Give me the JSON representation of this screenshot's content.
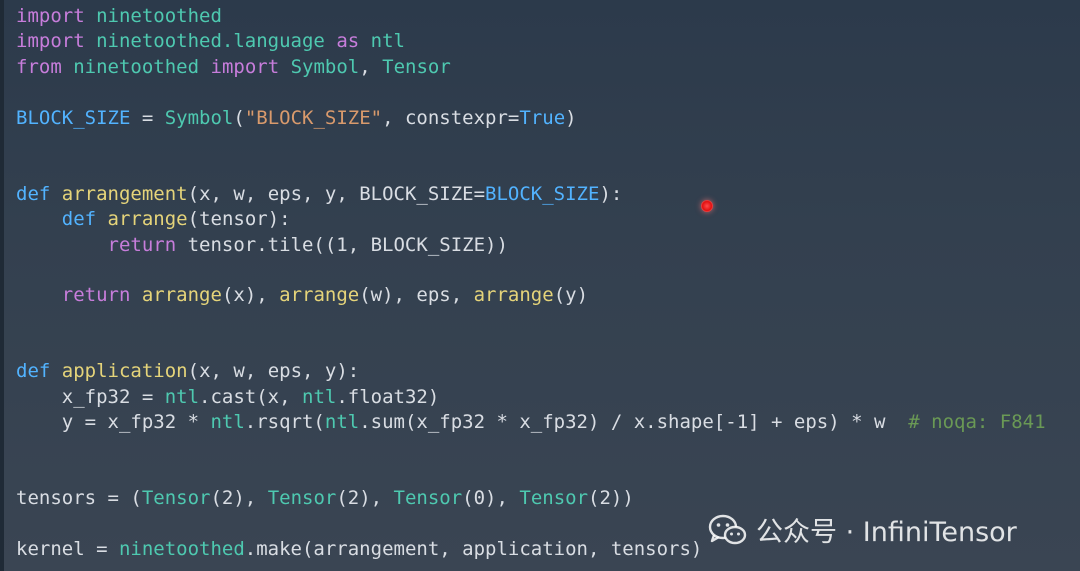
{
  "code_lines": [
    [
      {
        "t": "import",
        "c": "kw"
      },
      {
        "t": " ",
        "c": "plain"
      },
      {
        "t": "ninetoothed",
        "c": "mod"
      }
    ],
    [
      {
        "t": "import",
        "c": "kw"
      },
      {
        "t": " ",
        "c": "plain"
      },
      {
        "t": "ninetoothed.language",
        "c": "mod"
      },
      {
        "t": " ",
        "c": "plain"
      },
      {
        "t": "as",
        "c": "kw"
      },
      {
        "t": " ",
        "c": "plain"
      },
      {
        "t": "ntl",
        "c": "mod"
      }
    ],
    [
      {
        "t": "from",
        "c": "kw"
      },
      {
        "t": " ",
        "c": "plain"
      },
      {
        "t": "ninetoothed",
        "c": "mod"
      },
      {
        "t": " ",
        "c": "plain"
      },
      {
        "t": "import",
        "c": "kw"
      },
      {
        "t": " ",
        "c": "plain"
      },
      {
        "t": "Symbol",
        "c": "cls"
      },
      {
        "t": ", ",
        "c": "plain"
      },
      {
        "t": "Tensor",
        "c": "cls"
      }
    ],
    [],
    [
      {
        "t": "BLOCK_SIZE",
        "c": "var"
      },
      {
        "t": " = ",
        "c": "plain"
      },
      {
        "t": "Symbol",
        "c": "cls"
      },
      {
        "t": "(",
        "c": "plain"
      },
      {
        "t": "\"BLOCK_SIZE\"",
        "c": "str"
      },
      {
        "t": ", constexpr=",
        "c": "plain"
      },
      {
        "t": "True",
        "c": "var"
      },
      {
        "t": ")",
        "c": "plain"
      }
    ],
    [],
    [],
    [
      {
        "t": "def",
        "c": "var"
      },
      {
        "t": " ",
        "c": "plain"
      },
      {
        "t": "arrangement",
        "c": "fn"
      },
      {
        "t": "(x, w, eps, y, BLOCK_SIZE=",
        "c": "plain"
      },
      {
        "t": "BLOCK_SIZE",
        "c": "var"
      },
      {
        "t": "):",
        "c": "plain"
      }
    ],
    [
      {
        "t": "    ",
        "c": "plain"
      },
      {
        "t": "def",
        "c": "var"
      },
      {
        "t": " ",
        "c": "plain"
      },
      {
        "t": "arrange",
        "c": "fn"
      },
      {
        "t": "(tensor):",
        "c": "plain"
      }
    ],
    [
      {
        "t": "        ",
        "c": "plain"
      },
      {
        "t": "return",
        "c": "kw"
      },
      {
        "t": " tensor.tile((1, BLOCK_SIZE))",
        "c": "plain"
      }
    ],
    [],
    [
      {
        "t": "    ",
        "c": "plain"
      },
      {
        "t": "return",
        "c": "kw"
      },
      {
        "t": " ",
        "c": "plain"
      },
      {
        "t": "arrange",
        "c": "fn"
      },
      {
        "t": "(x), ",
        "c": "plain"
      },
      {
        "t": "arrange",
        "c": "fn"
      },
      {
        "t": "(w), eps, ",
        "c": "plain"
      },
      {
        "t": "arrange",
        "c": "fn"
      },
      {
        "t": "(y)",
        "c": "plain"
      }
    ],
    [],
    [],
    [
      {
        "t": "def",
        "c": "var"
      },
      {
        "t": " ",
        "c": "plain"
      },
      {
        "t": "application",
        "c": "fn"
      },
      {
        "t": "(x, w, eps, y):",
        "c": "plain"
      }
    ],
    [
      {
        "t": "    x_fp32 = ",
        "c": "plain"
      },
      {
        "t": "ntl",
        "c": "mod"
      },
      {
        "t": ".cast(x, ",
        "c": "plain"
      },
      {
        "t": "ntl",
        "c": "mod"
      },
      {
        "t": ".float32)",
        "c": "plain"
      }
    ],
    [
      {
        "t": "    y = x_fp32 * ",
        "c": "plain"
      },
      {
        "t": "ntl",
        "c": "mod"
      },
      {
        "t": ".rsqrt(",
        "c": "plain"
      },
      {
        "t": "ntl",
        "c": "mod"
      },
      {
        "t": ".sum(x_fp32 * x_fp32) / x.shape[-1] + eps) * w  ",
        "c": "plain"
      },
      {
        "t": "# noqa: F841",
        "c": "cmt"
      }
    ],
    [],
    [],
    [
      {
        "t": "tensors = (",
        "c": "plain"
      },
      {
        "t": "Tensor",
        "c": "cls"
      },
      {
        "t": "(2), ",
        "c": "plain"
      },
      {
        "t": "Tensor",
        "c": "cls"
      },
      {
        "t": "(2), ",
        "c": "plain"
      },
      {
        "t": "Tensor",
        "c": "cls"
      },
      {
        "t": "(0), ",
        "c": "plain"
      },
      {
        "t": "Tensor",
        "c": "cls"
      },
      {
        "t": "(2))",
        "c": "plain"
      }
    ],
    [],
    [
      {
        "t": "kernel = ",
        "c": "plain"
      },
      {
        "t": "ninetoothed",
        "c": "mod"
      },
      {
        "t": ".make(arrangement, application, tensors)",
        "c": "plain"
      }
    ]
  ],
  "watermark": {
    "icon": "wechat-icon",
    "text": "公众号 · InfiniTensor"
  },
  "cursor": {
    "icon": "pointer-dot-icon",
    "color": "#e01010"
  }
}
